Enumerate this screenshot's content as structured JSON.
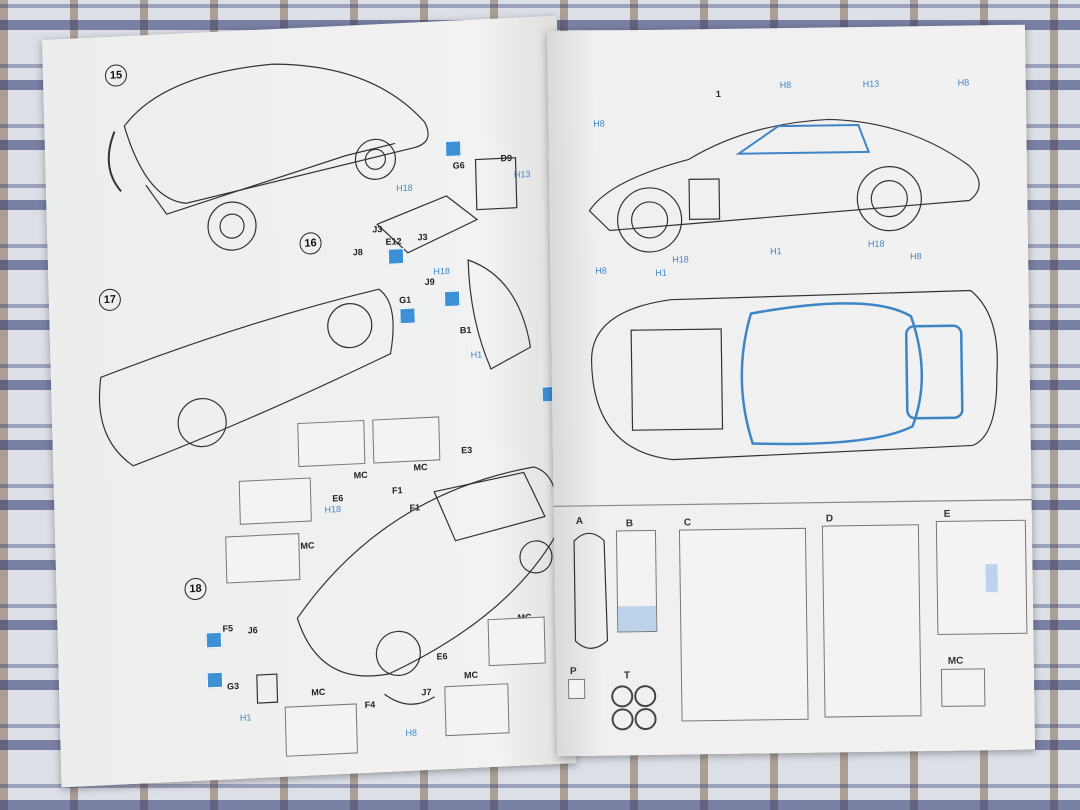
{
  "left_page": {
    "steps": [
      "15",
      "16",
      "17",
      "18"
    ],
    "parts": [
      "G6",
      "D9",
      "J3",
      "E12",
      "J3",
      "J8",
      "J9",
      "G1",
      "B1",
      "E3",
      "MC",
      "MC",
      "E6",
      "F1",
      "F1",
      "MC",
      "F5",
      "J6",
      "G3",
      "MC",
      "F4",
      "J7",
      "E6",
      "MC",
      "MC"
    ],
    "color_refs": [
      "H18",
      "H13",
      "H18",
      "H1",
      "H18",
      "H1",
      "H8"
    ]
  },
  "right_page": {
    "callouts": [
      "1",
      "H8",
      "H13",
      "H8",
      "H8",
      "H18",
      "H1",
      "H18",
      "H8",
      "H1",
      "H8"
    ],
    "sprues": [
      "A",
      "B",
      "C",
      "D",
      "E",
      "P",
      "T",
      "MC"
    ]
  },
  "colors": {
    "accent": "#3d85c6",
    "paper": "#eef0f0",
    "fabric_stripe": "#28326e"
  }
}
